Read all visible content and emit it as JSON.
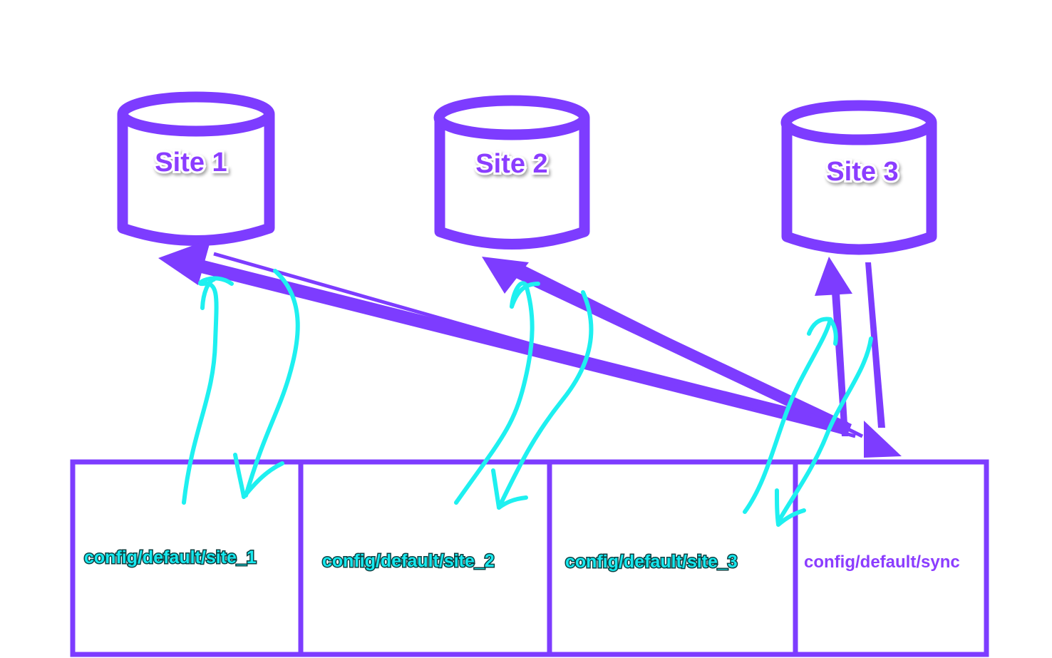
{
  "colors": {
    "primary_purple": "#7d3cff",
    "cyan": "#1ef0f0",
    "background": "#ffffff"
  },
  "sites": [
    {
      "label": "Site 1"
    },
    {
      "label": "Site 2"
    },
    {
      "label": "Site 3"
    }
  ],
  "config_sections": [
    {
      "label": "config/default/site_1"
    },
    {
      "label": "config/default/site_2"
    },
    {
      "label": "config/default/site_3"
    },
    {
      "label": "config/default/sync"
    }
  ]
}
